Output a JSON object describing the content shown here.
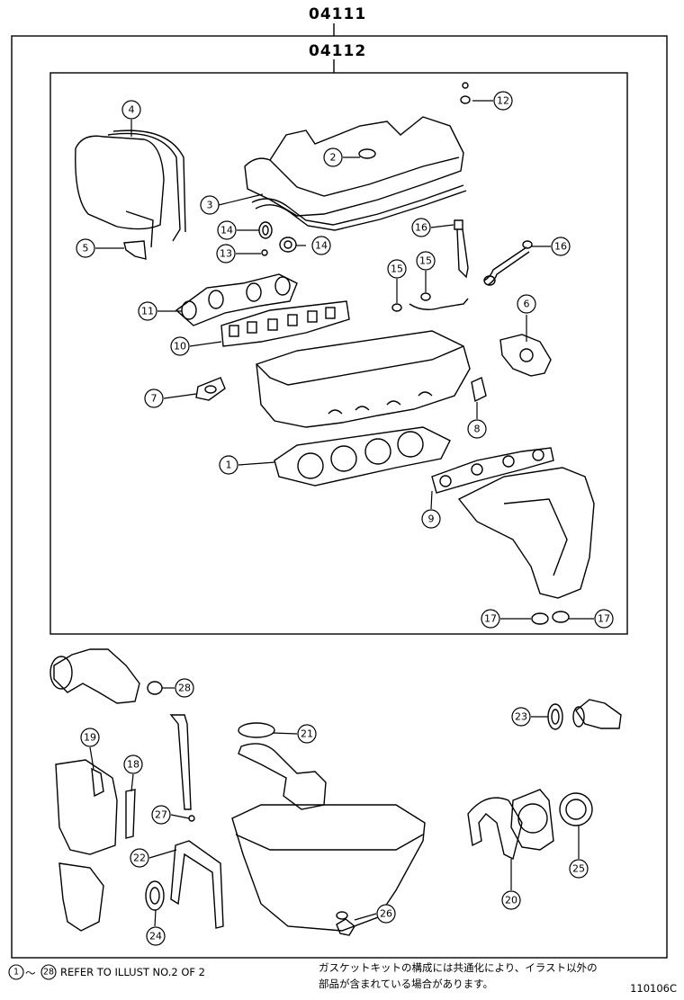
{
  "header": {
    "outer_kit": "04111",
    "inner_kit": "04112"
  },
  "callouts": {
    "c1": "1",
    "c2": "2",
    "c3": "3",
    "c4": "4",
    "c5": "5",
    "c6": "6",
    "c7": "7",
    "c8": "8",
    "c9": "9",
    "c10": "10",
    "c11": "11",
    "c12": "12",
    "c13": "13",
    "c14a": "14",
    "c14b": "14",
    "c15a": "15",
    "c15b": "15",
    "c16a": "16",
    "c16b": "16",
    "c17a": "17",
    "c17b": "17",
    "c18": "18",
    "c19": "19",
    "c20": "20",
    "c21": "21",
    "c22": "22",
    "c23": "23",
    "c24": "24",
    "c25": "25",
    "c26": "26",
    "c27": "27",
    "c28": "28"
  },
  "footer": {
    "range_start": "1",
    "range_sep": "～",
    "range_end": "28",
    "note": "REFER TO ILLUST NO.2 OF 2",
    "jp_line1": "ガスケットキットの構成には共通化により、イラスト以外の",
    "jp_line2": "部品が含まれている場合があります。",
    "figure_code": "110106C"
  }
}
